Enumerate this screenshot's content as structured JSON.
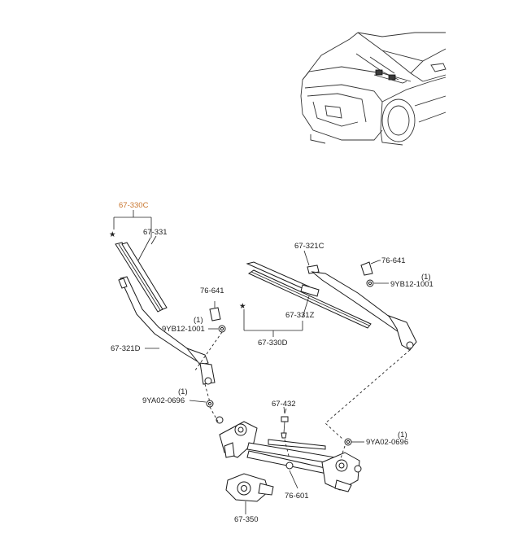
{
  "diagram": {
    "labels": {
      "p67_330C": "67-330C",
      "p67_331": "67-331",
      "p67_321C": "67-321C",
      "p76_641_right": "76-641",
      "qty_right_top": "(1)",
      "p9YB12_1001_right": "9YB12-1001",
      "p76_641_left": "76-641",
      "qty_left_top": "(1)",
      "p9YB12_1001_left": "9YB12-1001",
      "p67_331Z": "67-331Z",
      "p67_330D": "67-330D",
      "p67_321D": "67-321D",
      "qty_left_mid": "(1)",
      "p9YA02_0696_left": "9YA02-0696",
      "p67_432": "67-432",
      "qty_right_mid": "(1)",
      "p9YA02_0696_right": "9YA02-0696",
      "p76_601": "76-601",
      "p67_350": "67-350",
      "star_left": "★",
      "star_mid": "★"
    },
    "highlight_color": "#c8742c"
  }
}
